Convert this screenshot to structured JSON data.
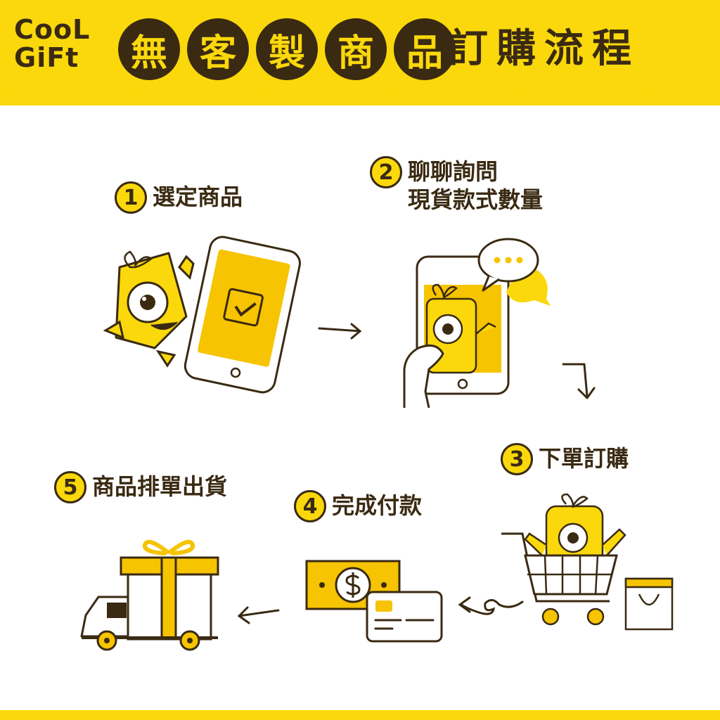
{
  "logo": {
    "line1": "CooL",
    "line2": "GiFt"
  },
  "title": {
    "circled": [
      "無",
      "客",
      "製",
      "商",
      "品"
    ],
    "plain": "訂購流程"
  },
  "steps": [
    {
      "number": "1",
      "lines": [
        "選定商品"
      ]
    },
    {
      "number": "2",
      "lines": [
        "聊聊詢問",
        "現貨款式數量"
      ]
    },
    {
      "number": "3",
      "lines": [
        "下單訂購"
      ]
    },
    {
      "number": "4",
      "lines": [
        "完成付款"
      ]
    },
    {
      "number": "5",
      "lines": [
        "商品排單出貨"
      ]
    }
  ],
  "colors": {
    "yellow": "#fad80b",
    "dark": "#3a2a12",
    "accent": "#f6c400"
  },
  "icons": [
    "tablet-icon",
    "chat-bubble-icon",
    "shopping-cart-icon",
    "shopping-bag-icon",
    "banknote-icon",
    "credit-card-icon",
    "delivery-truck-icon",
    "gift-box-icon"
  ]
}
